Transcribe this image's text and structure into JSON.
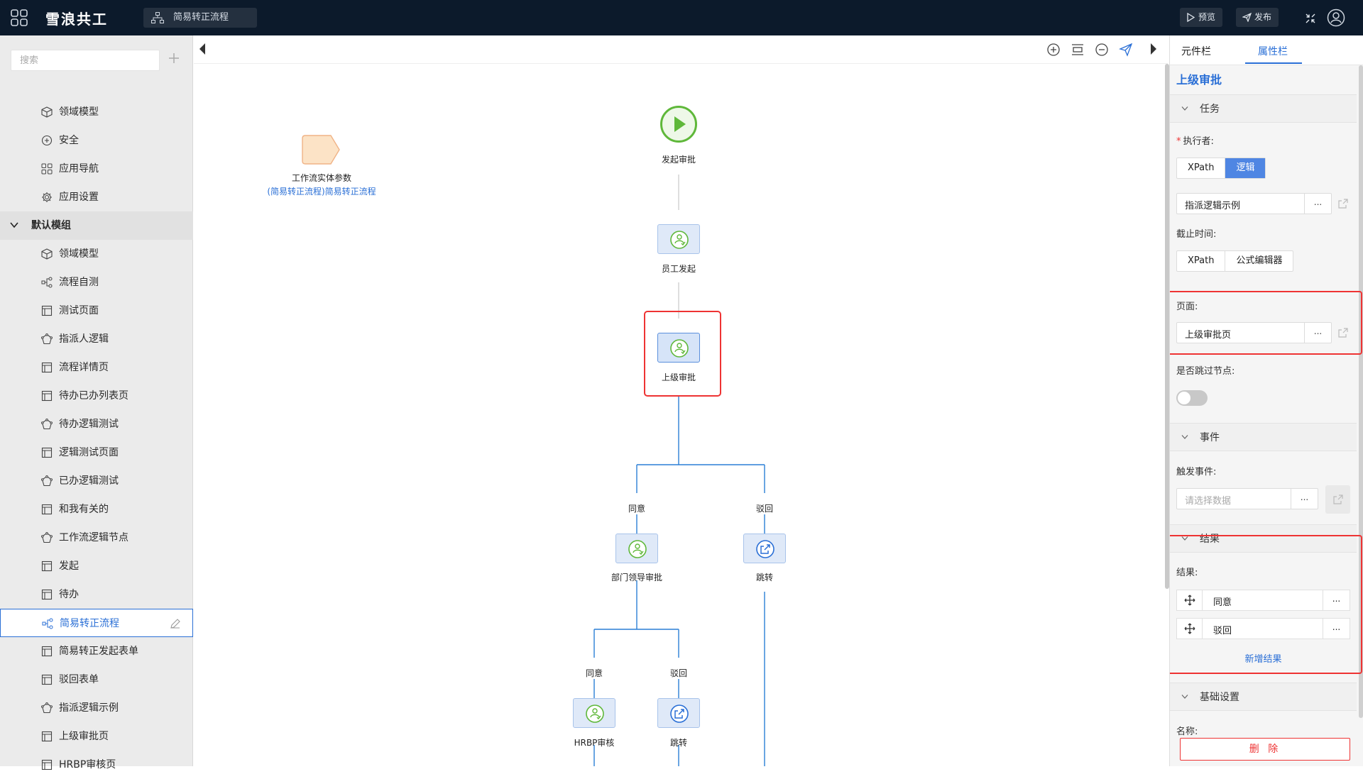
{
  "topbar": {
    "brand": "雪浪共工",
    "tab_label": "简易转正流程",
    "preview_label": "预览",
    "publish_label": "发布"
  },
  "sidebar": {
    "search_placeholder": "搜索",
    "items_top": [
      "领域模型",
      "安全",
      "应用导航",
      "应用设置"
    ],
    "group_label": "默认模组",
    "items": [
      {
        "label": "领域模型",
        "icon": "cube-icon"
      },
      {
        "label": "流程自测",
        "icon": "flow-icon"
      },
      {
        "label": "测试页面",
        "icon": "page-icon"
      },
      {
        "label": "指派人逻辑",
        "icon": "logic-icon"
      },
      {
        "label": "流程详情页",
        "icon": "page-icon"
      },
      {
        "label": "待办已办列表页",
        "icon": "page-icon"
      },
      {
        "label": "待办逻辑测试",
        "icon": "logic-icon"
      },
      {
        "label": "逻辑测试页面",
        "icon": "page-icon"
      },
      {
        "label": "已办逻辑测试",
        "icon": "logic-icon"
      },
      {
        "label": "和我有关的",
        "icon": "page-icon"
      },
      {
        "label": "工作流逻辑节点",
        "icon": "logic-icon"
      },
      {
        "label": "发起",
        "icon": "page-icon"
      },
      {
        "label": "待办",
        "icon": "page-icon"
      },
      {
        "label": "简易转正流程",
        "icon": "flow-icon",
        "active": true
      },
      {
        "label": "简易转正发起表单",
        "icon": "page-icon"
      },
      {
        "label": "驳回表单",
        "icon": "page-icon"
      },
      {
        "label": "指派逻辑示例",
        "icon": "logic-icon"
      },
      {
        "label": "上级审批页",
        "icon": "page-icon"
      },
      {
        "label": "HRBP审核页",
        "icon": "page-icon"
      }
    ]
  },
  "canvas": {
    "param_title": "工作流实体参数",
    "param_sub": "(简易转正流程)简易转正流程",
    "start_label": "发起审批",
    "node_employee": "员工发起",
    "node_superior": "上级审批",
    "branch_agree": "同意",
    "branch_reject": "驳回",
    "node_dept": "部门领导审批",
    "node_jump1": "跳转",
    "branch_agree2": "同意",
    "branch_reject2": "驳回",
    "node_hrbp": "HRBP审核",
    "node_jump2": "跳转"
  },
  "panel": {
    "tab_components": "元件栏",
    "tab_properties": "属性栏",
    "title": "上级审批",
    "sec_task": "任务",
    "executor_label": "执行者:",
    "executor_opt_xpath": "XPath",
    "executor_opt_logic": "逻辑",
    "executor_value": "指派逻辑示例",
    "deadline_label": "截止时间:",
    "deadline_opt_xpath": "XPath",
    "deadline_opt_formula": "公式编辑器",
    "page_label": "页面:",
    "page_value": "上级审批页",
    "skip_label": "是否跳过节点:",
    "sec_event": "事件",
    "trigger_label": "触发事件:",
    "trigger_placeholder": "请选择数据",
    "sec_result": "结果",
    "result_label": "结果:",
    "results": [
      "同意",
      "驳回"
    ],
    "add_result": "新增结果",
    "sec_basic": "基础设置",
    "name_label": "名称:",
    "delete_label": "删 除",
    "dots": "..."
  },
  "colors": {
    "accent": "#2a6fd6",
    "topbar": "#0c1a2b",
    "highlight": "#e33333",
    "node_green": "#5fb83a"
  }
}
